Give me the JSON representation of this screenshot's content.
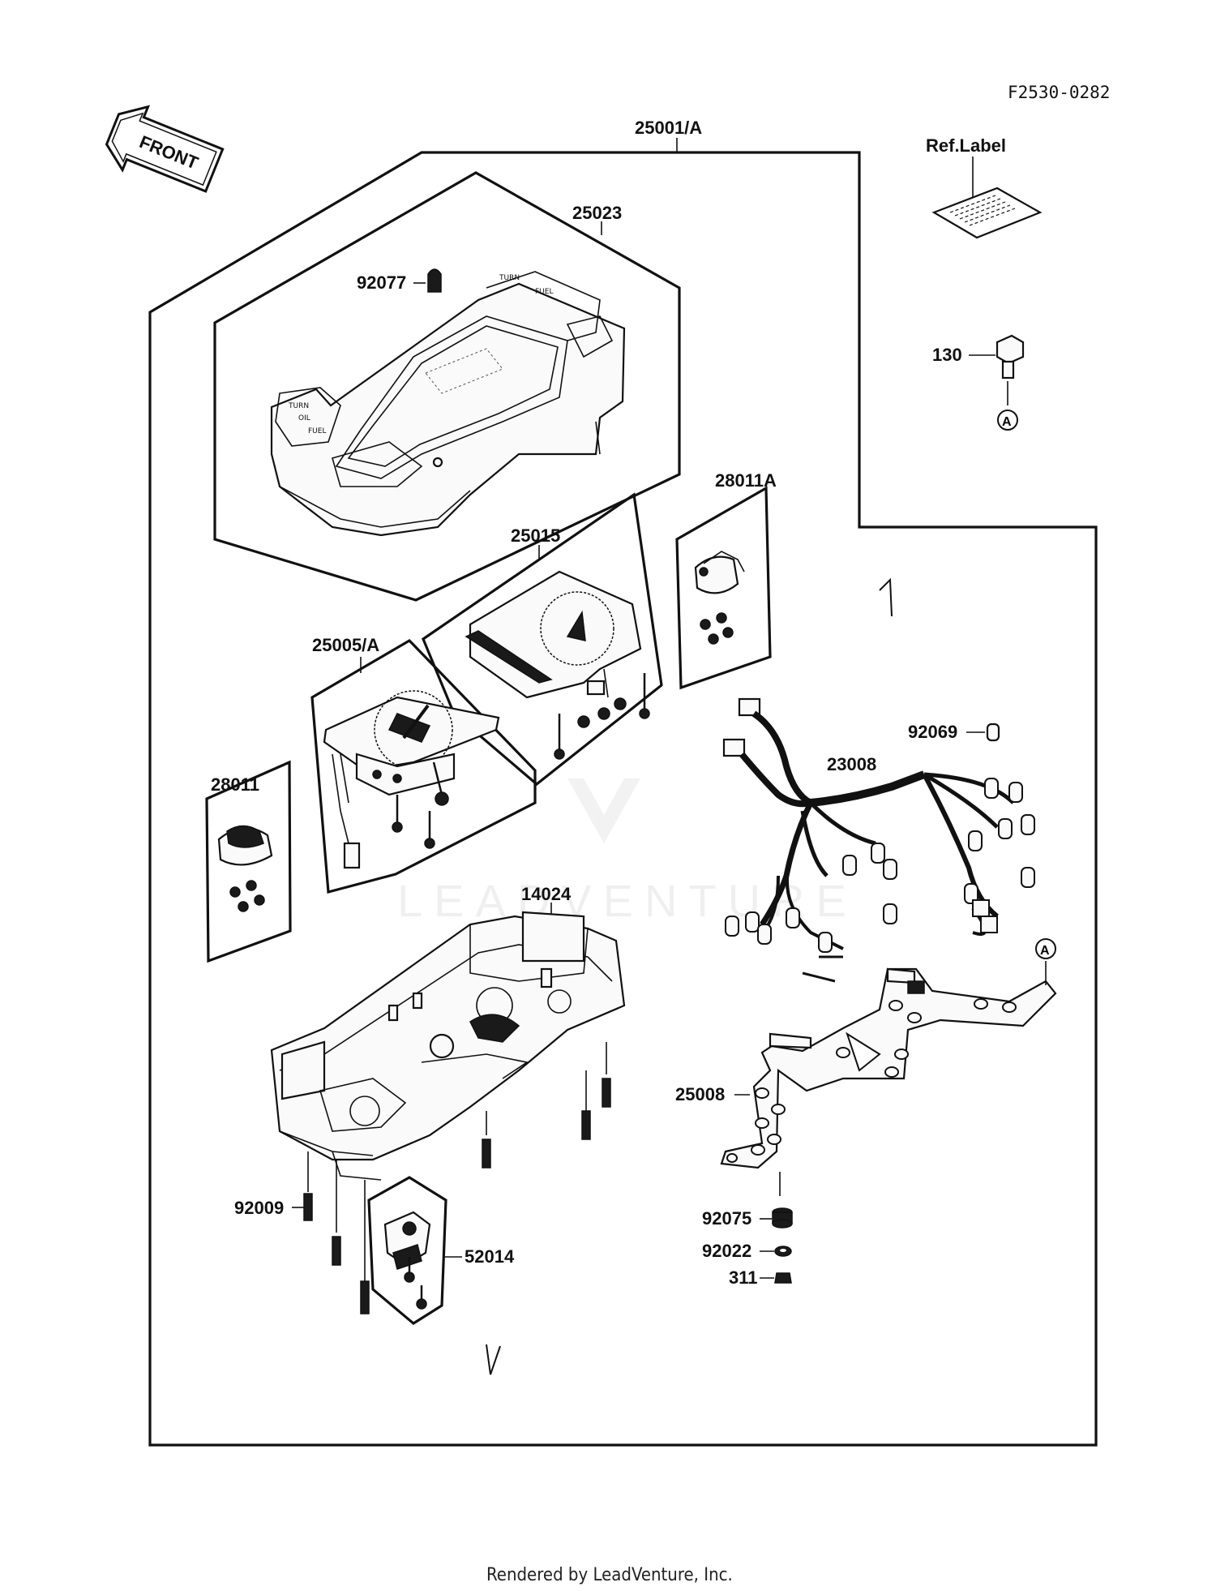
{
  "diagram_code": "F2530-0282",
  "direction_arrow": "FRONT",
  "assembly_label": "25001/A",
  "ref_label": "Ref.Label",
  "reference_marker": "A",
  "footer": "Rendered by LeadVenture, Inc.",
  "watermark": "LEADVENTURE",
  "parts": [
    "25023",
    "92077",
    "130",
    "28011A",
    "25015",
    "25005/A",
    "28011",
    "92069",
    "23008",
    "14024",
    "25008",
    "92009",
    "52014",
    "92075",
    "92022",
    "311"
  ]
}
